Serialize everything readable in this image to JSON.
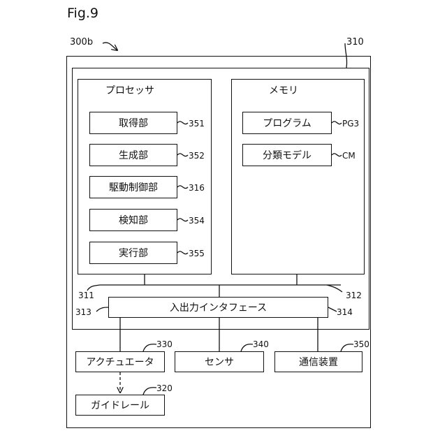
{
  "figure_label": "Fig.9",
  "device": {
    "ref": "300b"
  },
  "board": {
    "ref": "310"
  },
  "processor": {
    "title": "プロセッサ",
    "ref": "311",
    "units": [
      {
        "label": "取得部",
        "ref": "351"
      },
      {
        "label": "生成部",
        "ref": "352"
      },
      {
        "label": "駆動制御部",
        "ref": "316"
      },
      {
        "label": "検知部",
        "ref": "354"
      },
      {
        "label": "実行部",
        "ref": "355"
      }
    ]
  },
  "memory": {
    "title": "メモリ",
    "ref": "312",
    "items": [
      {
        "label": "プログラム",
        "ref": "PG3"
      },
      {
        "label": "分類モデル",
        "ref": "CM"
      }
    ]
  },
  "bus": {
    "ref": "314"
  },
  "io_interface": {
    "label": "入出力インタフェース",
    "ref": "313"
  },
  "peripherals": [
    {
      "label": "アクチュエータ",
      "ref": "330"
    },
    {
      "label": "センサ",
      "ref": "340"
    },
    {
      "label": "通信装置",
      "ref": "350"
    }
  ],
  "guide_rail": {
    "label": "ガイドレール",
    "ref": "320"
  }
}
